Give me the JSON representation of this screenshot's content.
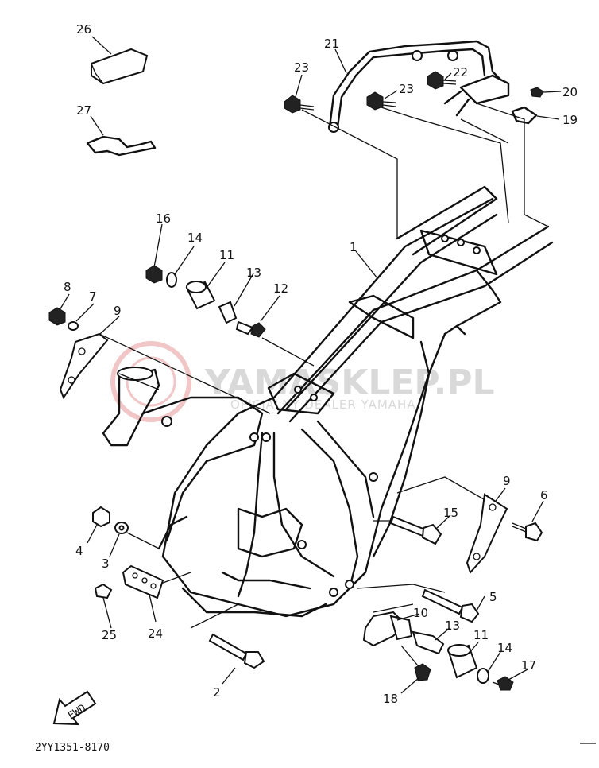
{
  "watermark": {
    "brand": "YAMASKLEP.PL",
    "tagline": "OFICJALNY DEALER YAMAHA"
  },
  "callouts": [
    {
      "id": "c1",
      "text": "1"
    },
    {
      "id": "c2",
      "text": "2"
    },
    {
      "id": "c3",
      "text": "3"
    },
    {
      "id": "c4",
      "text": "4"
    },
    {
      "id": "c5",
      "text": "5"
    },
    {
      "id": "c6",
      "text": "6"
    },
    {
      "id": "c7",
      "text": "7"
    },
    {
      "id": "c8",
      "text": "8"
    },
    {
      "id": "c9a",
      "text": "9"
    },
    {
      "id": "c9b",
      "text": "9"
    },
    {
      "id": "c10",
      "text": "10"
    },
    {
      "id": "c11a",
      "text": "11"
    },
    {
      "id": "c11b",
      "text": "11"
    },
    {
      "id": "c12",
      "text": "12"
    },
    {
      "id": "c13a",
      "text": "13"
    },
    {
      "id": "c13b",
      "text": "13"
    },
    {
      "id": "c14a",
      "text": "14"
    },
    {
      "id": "c14b",
      "text": "14"
    },
    {
      "id": "c15",
      "text": "15"
    },
    {
      "id": "c16",
      "text": "16"
    },
    {
      "id": "c17",
      "text": "17"
    },
    {
      "id": "c18",
      "text": "18"
    },
    {
      "id": "c19",
      "text": "19"
    },
    {
      "id": "c20",
      "text": "20"
    },
    {
      "id": "c21",
      "text": "21"
    },
    {
      "id": "c22",
      "text": "22"
    },
    {
      "id": "c23a",
      "text": "23"
    },
    {
      "id": "c23b",
      "text": "23"
    },
    {
      "id": "c24",
      "text": "24"
    },
    {
      "id": "c25",
      "text": "25"
    },
    {
      "id": "c26",
      "text": "26"
    },
    {
      "id": "c27",
      "text": "27"
    }
  ],
  "fwd_label": "FWD",
  "diagram_code": "2YY1351-8170"
}
